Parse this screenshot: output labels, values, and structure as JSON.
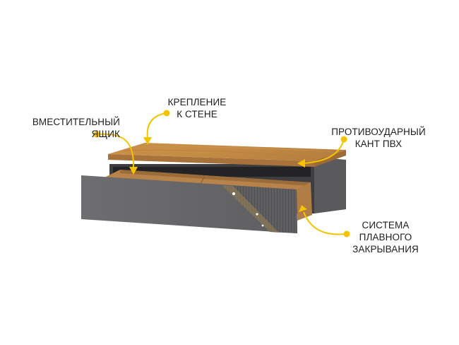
{
  "product": {
    "type": "wall-mounted console shelf with drawer",
    "colors": {
      "top_wood": "#c28a45",
      "body_graphite": "#5b5b5d",
      "drawer_front": "#6b6b6d",
      "drawer_interior_wood": "#b7834a",
      "accent_yellow": "#f5c300",
      "text": "#1d1d1b",
      "background": "#ffffff"
    }
  },
  "callouts": {
    "drawer": {
      "line1": "ВМЕСТИТЕЛЬНЫЙ",
      "line2": "ЯЩИК"
    },
    "wall_mount": {
      "line1": "КРЕПЛЕНИЕ",
      "line2": "К СТЕНЕ"
    },
    "edge": {
      "line1": "ПРОТИВОУДАРНЫЙ",
      "line2": "КАНТ ПВХ"
    },
    "soft_close": {
      "line1": "СИСТЕМА",
      "line2": "ПЛАВНОГО",
      "line3": "ЗАКРЫВАНИЯ"
    }
  }
}
